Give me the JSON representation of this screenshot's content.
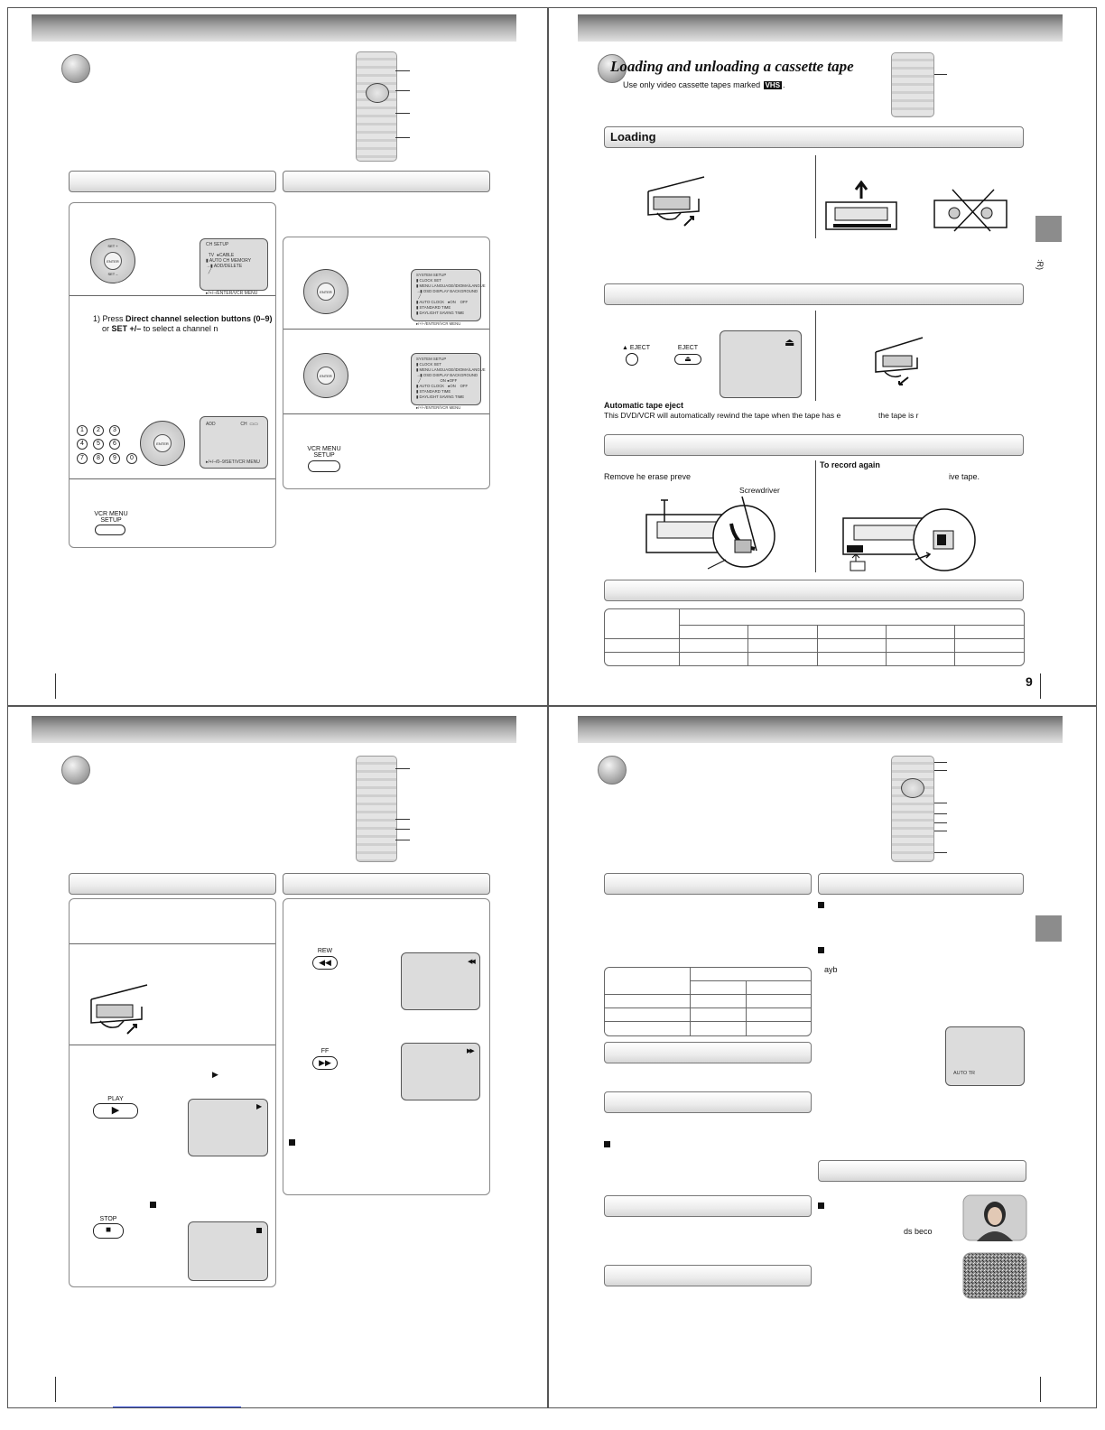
{
  "page_tr": {
    "title": "Loading and unloading a cassette tape",
    "subtitle_prefix": "Use only video cassette tapes marked",
    "subtitle_logo": "VHS",
    "subtitle_suffix": ".",
    "sections": {
      "loading": "Loading"
    },
    "eject": {
      "small_label": "EJECT",
      "button_label": "EJECT"
    },
    "auto_eject": {
      "heading": "Automatic tape eject",
      "body_a": "This DVD/VCR will automatically rewind the tape when the tape has e",
      "body_b": "the tape is r"
    },
    "erase": {
      "left_text": "Remove  he erase preve",
      "screwdriver": "Screwdriver",
      "record_again_heading": "To record again",
      "record_again_text": "ive tape."
    },
    "side_glyph": "꞉R)",
    "page_number": "9"
  },
  "page_tl": {
    "step1_text_a": "1)  Press ",
    "step1_bold_a": "Direct channel selection buttons (0–9)",
    "step1_text_b": "or ",
    "step1_bold_b": "SET +/–",
    "step1_text_c": " to select a channel n",
    "osd_channel_setup": "CH SETUP\n\n  TV  ●CABLE\n▮ AUTO CH MEMORY\n→▮ ADD/DELETE\n  ╱\n\n\n\n▸/+/–/ENTER/VCR MENU",
    "osd_channel": "ADD                    CH  ▭▭\n\n\n\n\n\n\n▸/+/–/0–9/SET/VCR MENU",
    "vcr_menu_label": "VCR MENU\nSETUP",
    "osd_system_a": "SYSTEM SETUP\n▮ CLOCK SET\n▮ MENU LANGUAGE/IDIOMA/LANGUE\n→▮ OSD DISPLAY BACKGROUND\n  ╱\n▮ AUTO CLOCK   ●ON    OFF\n▮ STANDARD TIME\n▮ DAYLIGHT SAVING TIME\n\n▸/+/–/ENTER/VCR MENU",
    "osd_system_b": "SYSTEM SETUP\n▮ CLOCK SET\n▮ MENU LANGUAGE/IDIOMA/LANGUE\n→▮ OSD DISPLAY BACKGROUND\n  ╱                  ON ●OFF\n▮ AUTO CLOCK   ●ON    OFF\n▮ STANDARD TIME\n▮ DAYLIGHT SAVING TIME\n\n▸/+/–/ENTER/VCR MENU",
    "vcr_menu_label_2": "VCR MENU\nSETUP",
    "pad_top": "SET +",
    "pad_center": "ENTER",
    "pad_bottom": "SET –",
    "digits": [
      "1",
      "2",
      "3",
      "4",
      "5",
      "6",
      "7",
      "8",
      "9",
      "0"
    ]
  },
  "page_bl": {
    "play_label": "PLAY",
    "stop_label": "STOP",
    "rew_label": "REW",
    "ff_label": "FF"
  },
  "page_br": {
    "playback_fragment": "ayb",
    "osd_autotr": "AUTO TR",
    "degraded_fragment": "ds beco"
  }
}
